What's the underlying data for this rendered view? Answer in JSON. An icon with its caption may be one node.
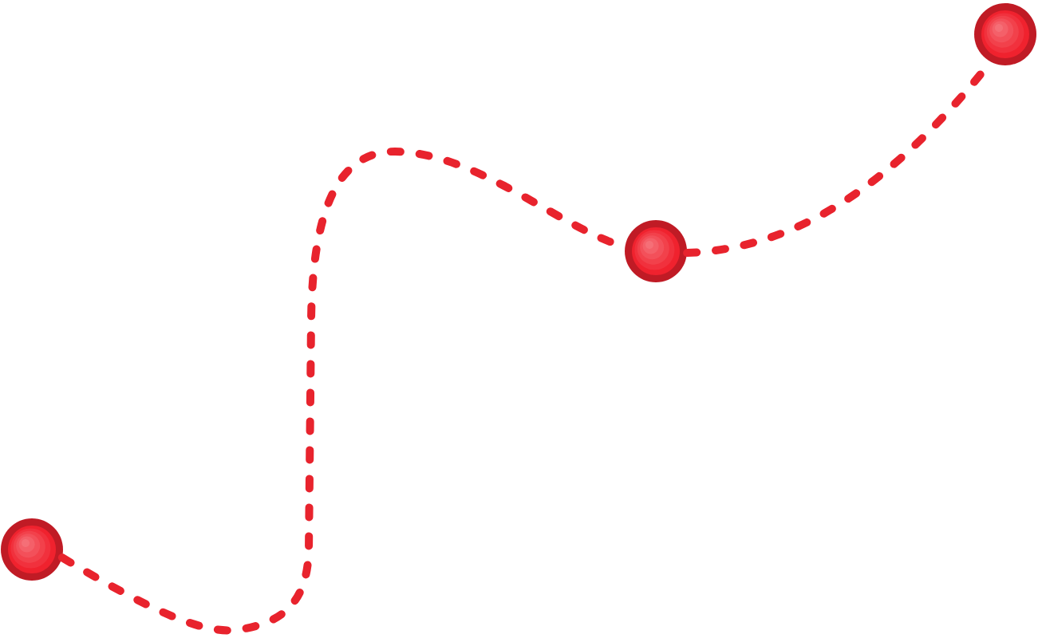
{
  "diagram": {
    "nodes": [
      {
        "text": [],
        "shape": "circle"
      },
      {
        "text": [],
        "shape": "circle"
      },
      {
        "text": [],
        "shape": "circle"
      }
    ],
    "edges": [
      {
        "from": 0,
        "to": 1,
        "arrow": "none",
        "style": "dashed"
      },
      {
        "from": 1,
        "to": 2,
        "arrow": "none",
        "style": "dashed"
      }
    ]
  }
}
